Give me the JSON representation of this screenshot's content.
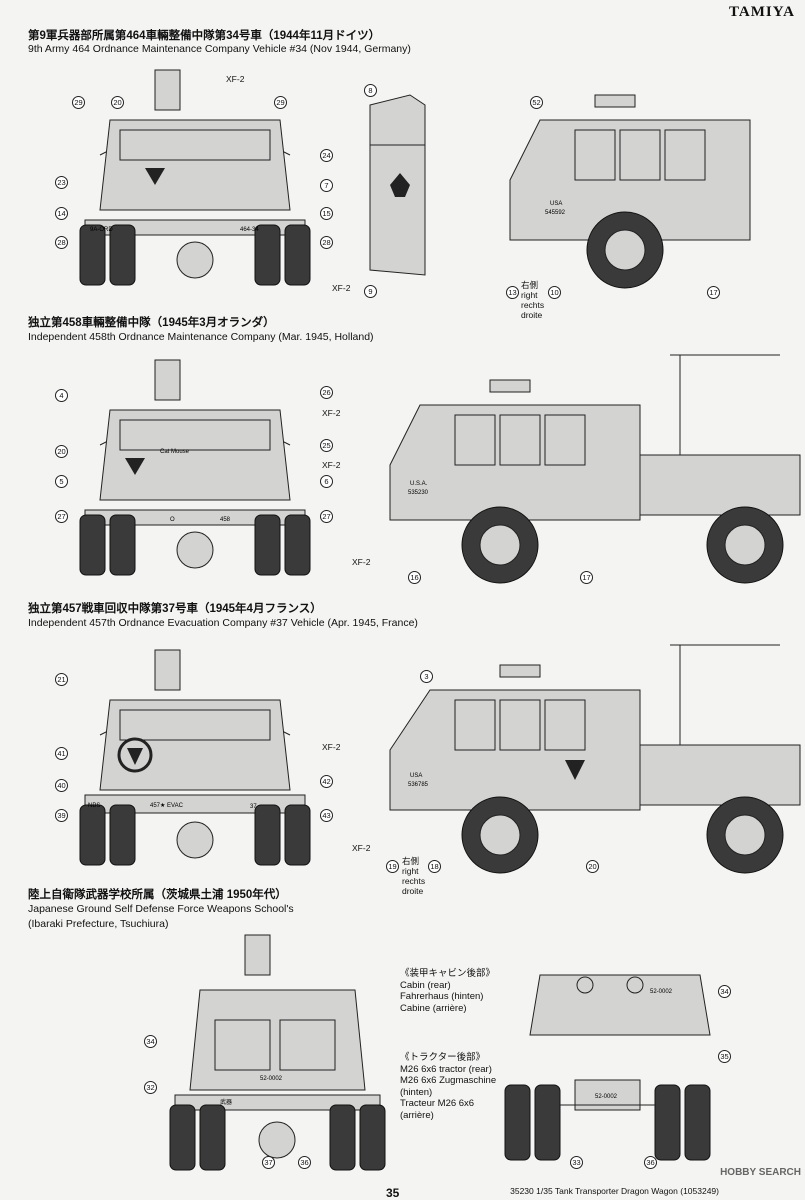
{
  "brand": "TAMIYA",
  "sections": [
    {
      "ja": "第9軍兵器部所属第464車輛整備中隊第34号車（1944年11月ドイツ）",
      "en": "9th Army 464 Ordnance Maintenance Company Vehicle #34 (Nov 1944, Germany)",
      "front_plate": "9A-ORD",
      "front_plate2": "464-34",
      "side_marking_top": "USA",
      "side_marking": "545592"
    },
    {
      "ja": "独立第458車輛整備中隊（1945年3月オランダ）",
      "en": "Independent 458th Ordnance Maintenance Company (Mar. 1945, Holland)",
      "nickname": "Cat Mouse",
      "front_plate": "O",
      "front_plate2": "458",
      "side_marking_top": "U.S.A.",
      "side_marking": "535230"
    },
    {
      "ja": "独立第457戦車回収中隊第37号車（1945年4月フランス）",
      "en": "Independent 457th Ordnance Evacuation Company #37 Vehicle (Apr. 1945, France)",
      "bumper_left": "NBS",
      "bumper_center": "457★ EVAC",
      "bumper_right": "37",
      "side_marking_top": "USA",
      "side_marking": "536785"
    },
    {
      "ja": "陸上自衛隊武器学校所属（茨城県土浦 1950年代）",
      "en1": "Japanese Ground Self Defense Force Weapons School's",
      "en2": "(Ibaraki Prefecture, Tsuchiura)",
      "rear_plate": "52-0002",
      "rear_plate_small": "武器"
    }
  ],
  "labels": {
    "xf2": "XF-2",
    "right_ja": "右側",
    "right_en": "right",
    "right_de": "rechts",
    "right_fr": "droite"
  },
  "cabin_note": {
    "ja": "《装甲キャビン後部》",
    "en": "Cabin (rear)",
    "de": "Fahrerhaus (hinten)",
    "fr": "Cabine (arrière)"
  },
  "tractor_note": {
    "ja": "《トラクター後部》",
    "en": "M26 6x6 tractor (rear)",
    "de": "M26 6x6 Zugmaschine",
    "de2": "(hinten)",
    "fr": "Tracteur M26 6x6",
    "fr2": "(arrière)"
  },
  "cabin_plate": "52-0002",
  "tractor_plate": "52-0002",
  "footer": "35230  1/35 Tank Transporter Dragon Wagon (1053249)",
  "page_number": "35",
  "watermark": "HOBBY SEARCH",
  "callouts": {
    "s1": [
      "29",
      "20",
      "29",
      "24",
      "23",
      "14",
      "15",
      "28",
      "28",
      "8",
      "7",
      "9",
      "52",
      "13",
      "10",
      "17"
    ],
    "s2": [
      "4",
      "26",
      "20",
      "25",
      "5",
      "6",
      "27",
      "27",
      "16",
      "17"
    ],
    "s3": [
      "21",
      "41",
      "42",
      "40",
      "39",
      "43",
      "3",
      "19",
      "18",
      "20"
    ],
    "s4": [
      "34",
      "32",
      "37",
      "36",
      "34",
      "35",
      "33",
      "36"
    ]
  }
}
